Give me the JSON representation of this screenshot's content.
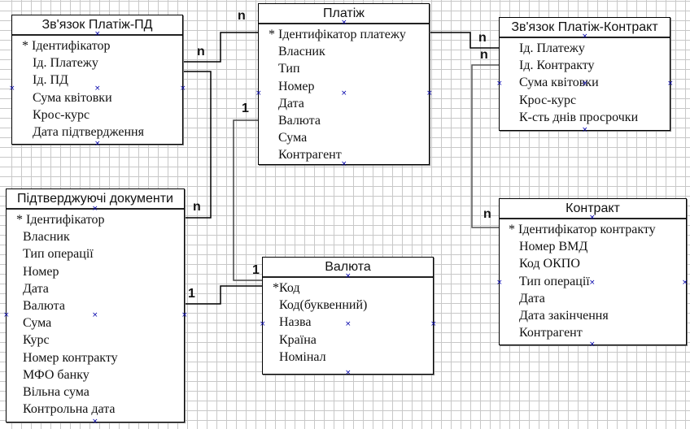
{
  "entities": {
    "zv_platizh_pd": {
      "title": "Зв'язок Платіж-ПД",
      "pk": "Ідентифікатор",
      "fields": [
        "Ід. Платежу",
        "Ід. ПД",
        "Сума квітовки",
        "Крос-курс",
        "Дата підтвердження"
      ]
    },
    "platizh": {
      "title": "Платіж",
      "pk": "Ідентифікатор платежу",
      "fields": [
        "Власник",
        "Тип",
        "Номер",
        "Дата",
        "Валюта",
        "Сума",
        "Контрагент"
      ]
    },
    "zv_platizh_kontrakt": {
      "title": "Зв'язок Платіж-Контракт",
      "fields": [
        "Ід. Платежу",
        "Ід. Контракту",
        "Сума квітовки",
        "Крос-курс",
        "К-сть днів просрочки"
      ]
    },
    "pidtv_dokumenty": {
      "title": "Підтверджуючі документи",
      "pk": "Ідентифікатор",
      "fields": [
        "Власник",
        "Тип операції",
        "Номер",
        "Дата",
        "Валюта",
        "Сума",
        "Курс",
        "Номер контракту",
        "МФО банку",
        "Вільна сума",
        "Контрольна дата"
      ]
    },
    "valyuta": {
      "title": "Валюта",
      "pk": "Код",
      "fields": [
        "Код(буквенний)",
        "Назва",
        "Країна",
        "Номінал"
      ]
    },
    "kontrakt": {
      "title": "Контракт",
      "pk": "Ідентифікатор контракту",
      "fields": [
        "Номер ВМД",
        "Код ОКПО",
        "Тип операції",
        "Дата",
        "Дата закінчення",
        "Контрагент"
      ]
    }
  },
  "relationships": [
    {
      "from": "Зв'язок Платіж-ПД",
      "to": "Платіж",
      "from_card": "n",
      "to_card": "n"
    },
    {
      "from": "Зв'язок Платіж-ПД",
      "to": "Підтверджуючі документи",
      "to_card": "n"
    },
    {
      "from": "Платіж",
      "to": "Валюта",
      "from_card": "1",
      "to_card": "1"
    },
    {
      "from": "Підтверджуючі документи",
      "to": "Валюта",
      "from_card": "1"
    },
    {
      "from": "Платіж",
      "to": "Зв'язок Платіж-Контракт",
      "to_card": "n"
    },
    {
      "from": "Зв'язок Платіж-Контракт",
      "to": "Контракт",
      "from_card": "n",
      "to_card": "n"
    }
  ],
  "cardinality_labels": {
    "c1": "n",
    "c2": "n",
    "c3": "1",
    "c4": "n",
    "c5": "n",
    "c6": "n",
    "c7": "n",
    "c8": "1",
    "c9": "1"
  },
  "handle_glyph": "×"
}
